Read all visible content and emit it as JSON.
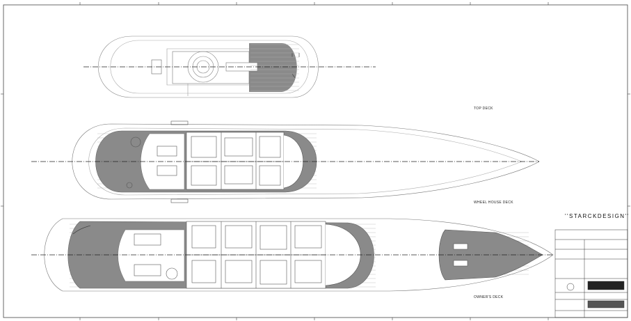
{
  "labels": {
    "top_deck": "TOP DECK",
    "wheel_house_deck": "WHEEL HOUSE DECK",
    "owners_deck": "OWNER'S DECK",
    "brand": "''STARCKDESIGN''"
  },
  "colors": {
    "line": "#333333",
    "deck_fill": "#8a8a8a",
    "hull": "#555555"
  }
}
